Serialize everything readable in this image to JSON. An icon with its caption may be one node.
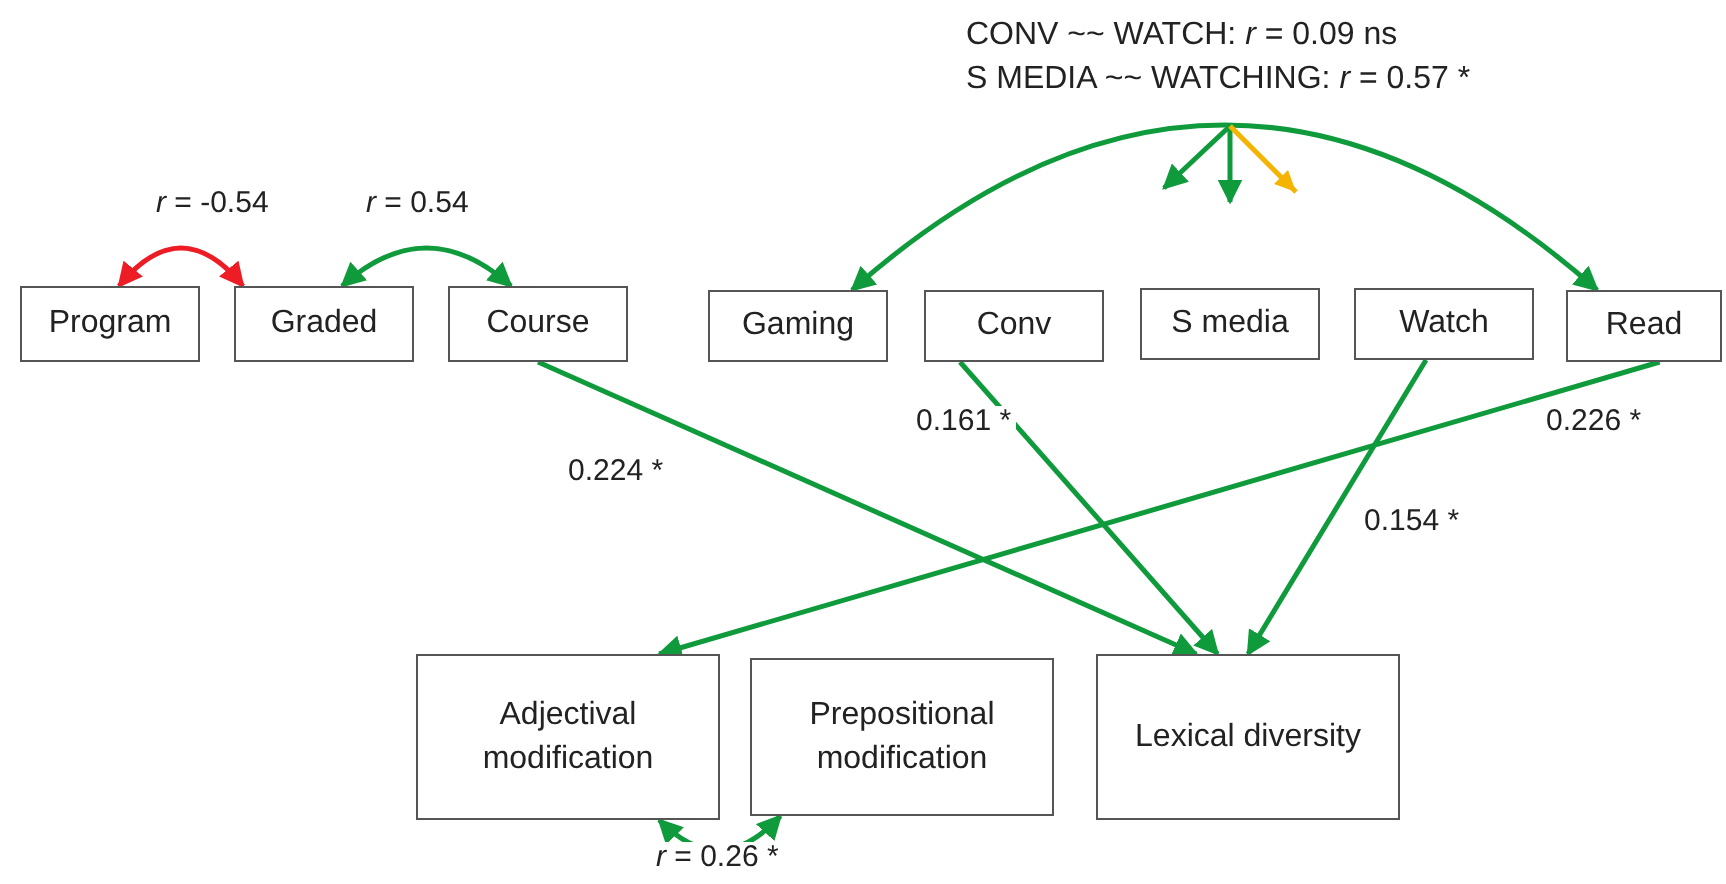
{
  "diagram": {
    "nodes": [
      {
        "text": [
          "Program"
        ]
      },
      {
        "text": [
          "Graded"
        ]
      },
      {
        "text": [
          "Course"
        ]
      },
      {
        "text": [
          "Gaming"
        ]
      },
      {
        "text": [
          "Conv"
        ]
      },
      {
        "text": [
          "S media"
        ]
      },
      {
        "text": [
          "Watch"
        ]
      },
      {
        "text": [
          "Read"
        ]
      },
      {
        "text": [
          "Adjectival modification"
        ]
      },
      {
        "text": [
          "Prepositional modification"
        ]
      },
      {
        "text": [
          "Lexical diversity"
        ]
      }
    ],
    "edges": [
      {
        "from": 0,
        "to": 1,
        "arrow": "both",
        "label": "*r* = -0.54",
        "color": "#ee1c25"
      },
      {
        "from": 1,
        "to": 2,
        "arrow": "both",
        "label": "*r* = 0.54"
      },
      {
        "from": 3,
        "to": 7,
        "arrow": "both"
      },
      {
        "from": 2,
        "to": 10,
        "arrow": "to",
        "label": "0.224 *"
      },
      {
        "from": 4,
        "to": 10,
        "arrow": "to",
        "label": "0.161 *"
      },
      {
        "from": 6,
        "to": 10,
        "arrow": "to",
        "label": "0.154 *"
      },
      {
        "from": 7,
        "to": 8,
        "arrow": "to",
        "label": "0.226 *"
      },
      {
        "from": 8,
        "to": 9,
        "arrow": "both",
        "label": "*r* = 0.26 *"
      }
    ],
    "labels": [
      "CONV ~~ WATCH: *r* = 0.09 ns",
      "S MEDIA ~~ WATCHING: *r* = 0.57 *"
    ]
  }
}
